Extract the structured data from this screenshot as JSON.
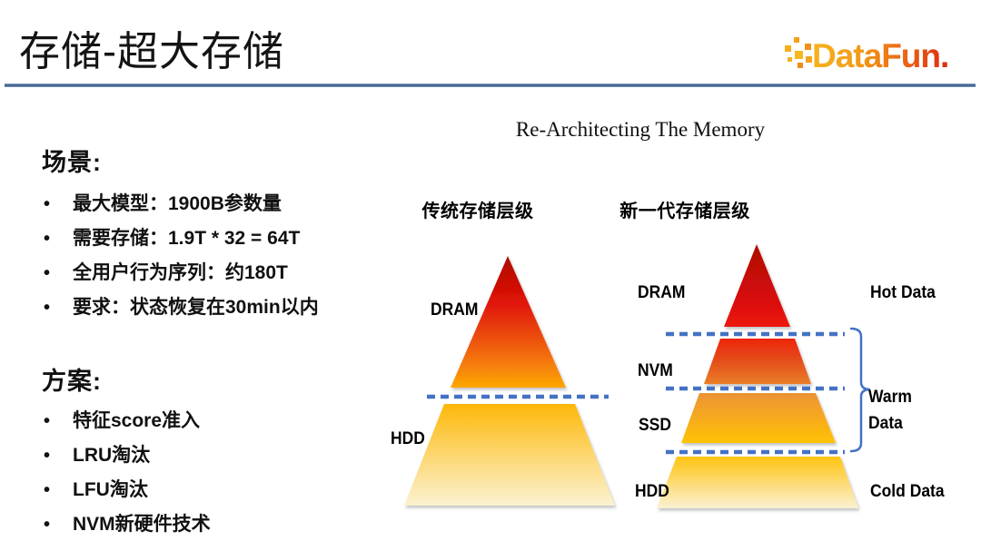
{
  "header": {
    "title": "存储-超大存储",
    "logo_text": "DataFun."
  },
  "left_panel": {
    "scenario": {
      "heading": "场景:",
      "bullets": [
        "最大模型：1900B参数量",
        "需要存储：1.9T * 32 = 64T",
        "全用户行为序列：约180T",
        "要求：状态恢复在30min以内"
      ]
    },
    "solution": {
      "heading": "方案:",
      "bullets": [
        "特征score准入",
        "LRU淘汰",
        "LFU淘汰",
        "NVM新硬件技术"
      ]
    }
  },
  "diagram": {
    "title": "Re-Architecting The Memory",
    "left_pyramid": {
      "heading": "传统存储层级",
      "layers": [
        {
          "label": "DRAM"
        },
        {
          "label": "HDD"
        }
      ]
    },
    "right_pyramid": {
      "heading": "新一代存储层级",
      "layers": [
        {
          "label": "DRAM",
          "annotation": "Hot Data"
        },
        {
          "label": "NVM"
        },
        {
          "label": "SSD"
        },
        {
          "label": "HDD",
          "annotation": "Cold Data"
        }
      ],
      "bracket_label": "Warm Data"
    },
    "colors": {
      "dashed_line_blue": "#4472C4",
      "bracket_blue": "#4472C4",
      "title_rule_blue": "#3F608F",
      "pyramid_red_dark": "#AD0A03",
      "pyramid_red_bright": "#EE1410",
      "pyramid_orange": "#E97E28",
      "pyramid_gold": "#FFC303",
      "pyramid_cream": "#FBF2D2",
      "logo_gradient_start": "#F6B31F",
      "logo_gradient_end": "#DD2B10"
    }
  }
}
